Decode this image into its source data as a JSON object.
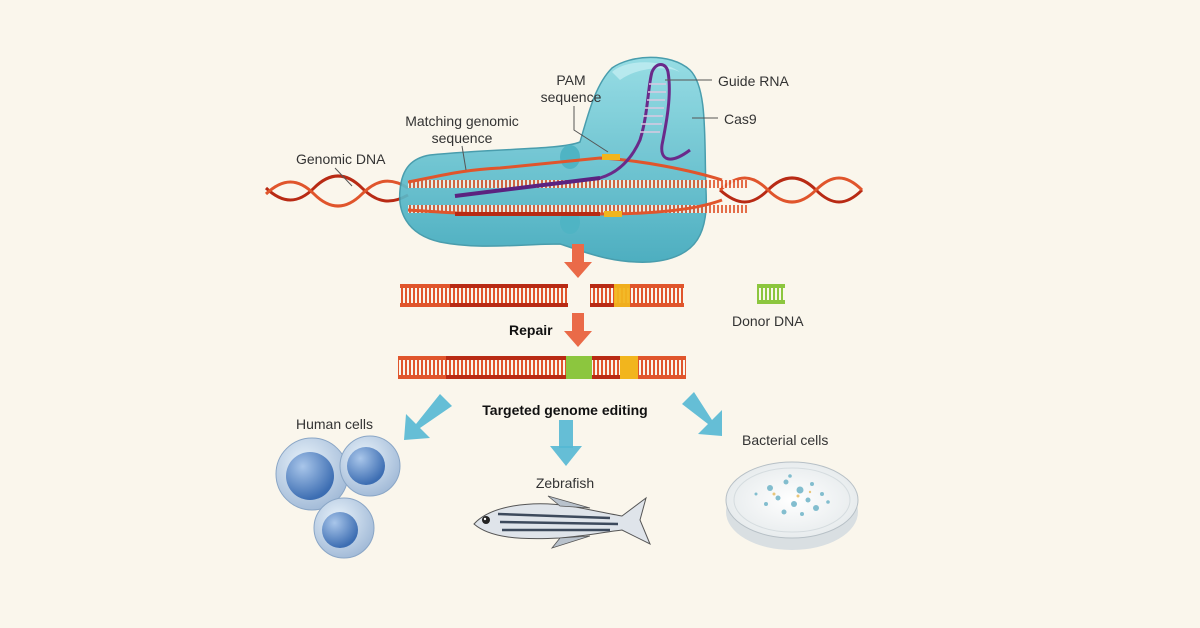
{
  "labels": {
    "genomic_dna": "Genomic DNA",
    "matching_genomic_line1": "Matching genomic",
    "matching_genomic_line2": "sequence",
    "pam_line1": "PAM",
    "pam_line2": "sequence",
    "guide_rna": "Guide RNA",
    "cas9": "Cas9",
    "donor_dna": "Donor DNA",
    "repair": "Repair",
    "targeted_genome_editing": "Targeted genome editing",
    "human_cells": "Human cells",
    "zebrafish": "Zebrafish",
    "bacterial_cells": "Bacterial cells"
  },
  "colors": {
    "background": "#faf6ec",
    "dna_orange": "#e0552c",
    "dna_dark_red": "#b82a14",
    "pam_yellow": "#f2b51d",
    "donor_green": "#8cc63e",
    "guide_rna_purple": "#6a2a8a",
    "cas9_cyan": "#5fc4d2",
    "arrow_cyan": "#54b8d4",
    "arrow_orange": "#ea6a48"
  }
}
